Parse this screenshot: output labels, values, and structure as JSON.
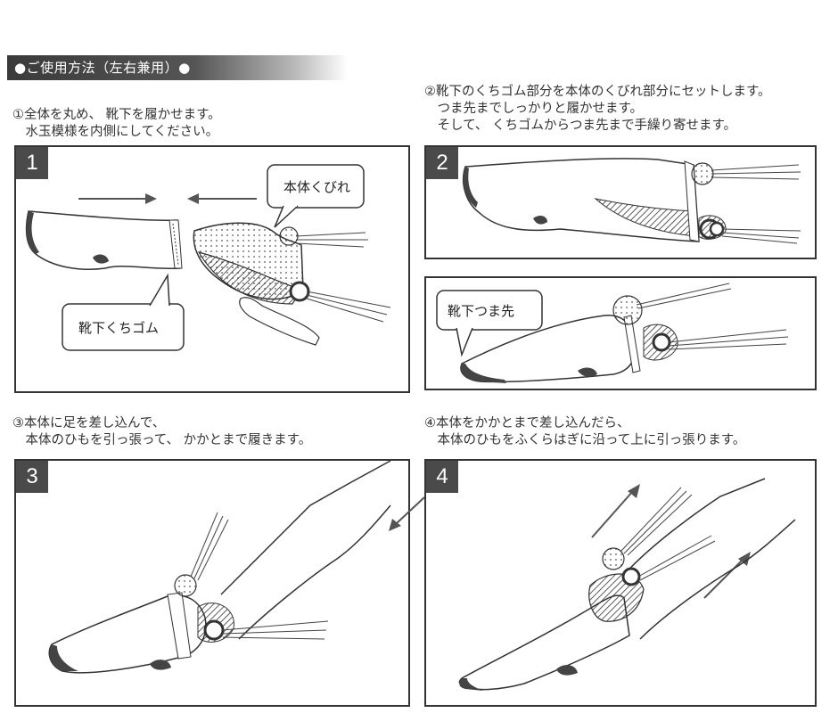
{
  "header": {
    "title": "●ご使用方法（左右兼用）●"
  },
  "steps": [
    {
      "number": "1",
      "lines": [
        "①全体を丸め、 靴下を履かせます。",
        "　水玉模様を内側にしてください。"
      ],
      "callouts": [
        "本体くびれ",
        "靴下くちゴム"
      ]
    },
    {
      "number": "2",
      "lines": [
        "②靴下のくちゴム部分を本体のくびれ部分にセットします。",
        "　つま先までしっかりと履かせます。",
        "　そして、 くちゴムからつま先まで手繰り寄せます。"
      ],
      "callouts": [
        "靴下つま先"
      ]
    },
    {
      "number": "3",
      "lines": [
        "③本体に足を差し込んで、",
        "　本体のひもを引っ張って、 かかとまで履きます。"
      ],
      "callouts": []
    },
    {
      "number": "4",
      "lines": [
        "④本体をかかとまで差し込んだら、",
        "　本体のひもをふくらはぎに沿って上に引っ張ります。"
      ],
      "callouts": []
    }
  ]
}
